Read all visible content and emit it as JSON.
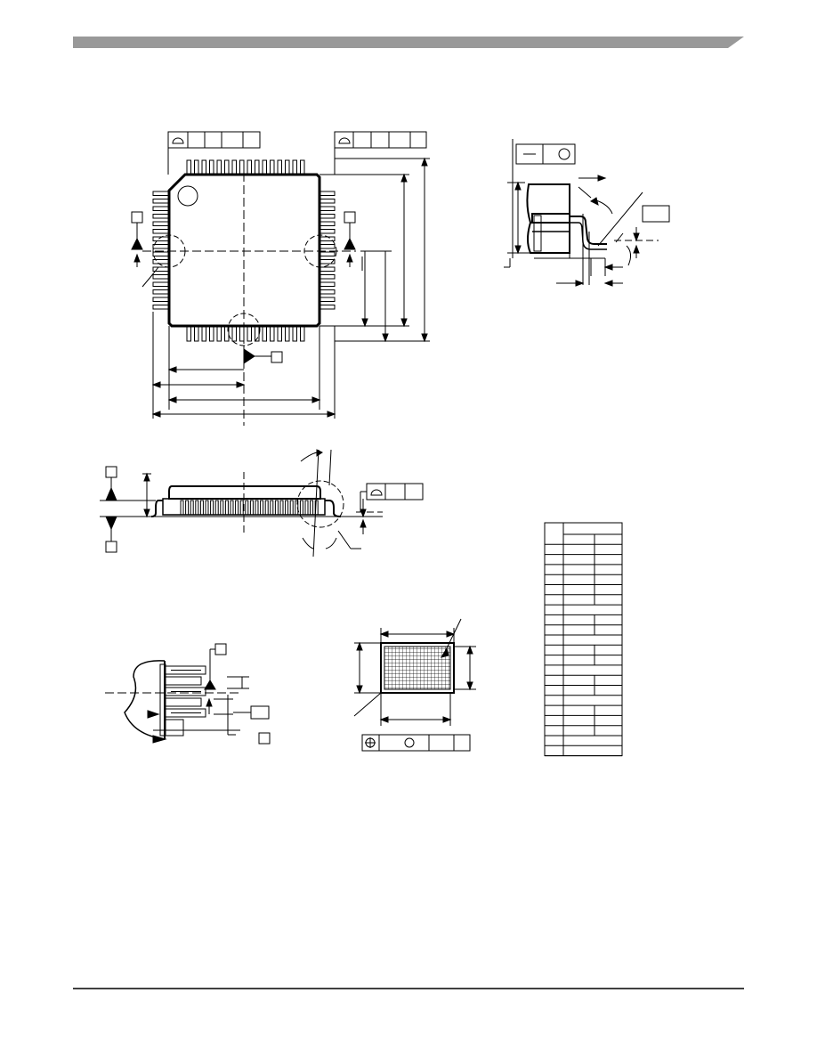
{
  "header": {
    "band_color": "#999999"
  },
  "footer": {
    "rule_color": "#000000"
  },
  "diagram": {
    "ink_color": "#000000",
    "fill_color": "#000000",
    "pattern_color": "#000000",
    "views": [
      "top-view-qfp-package",
      "detail-section-view",
      "side-view",
      "lead-detail-view",
      "land-pattern-view",
      "dimension-table"
    ],
    "package_pins_per_side": 16,
    "dimension_table": {
      "rows": 22,
      "columns": 3
    },
    "fcf_symbols": {
      "profile": "profile-of-surface-symbol",
      "position": "true-position-symbol",
      "circle": "circle-modifier-symbol"
    }
  }
}
